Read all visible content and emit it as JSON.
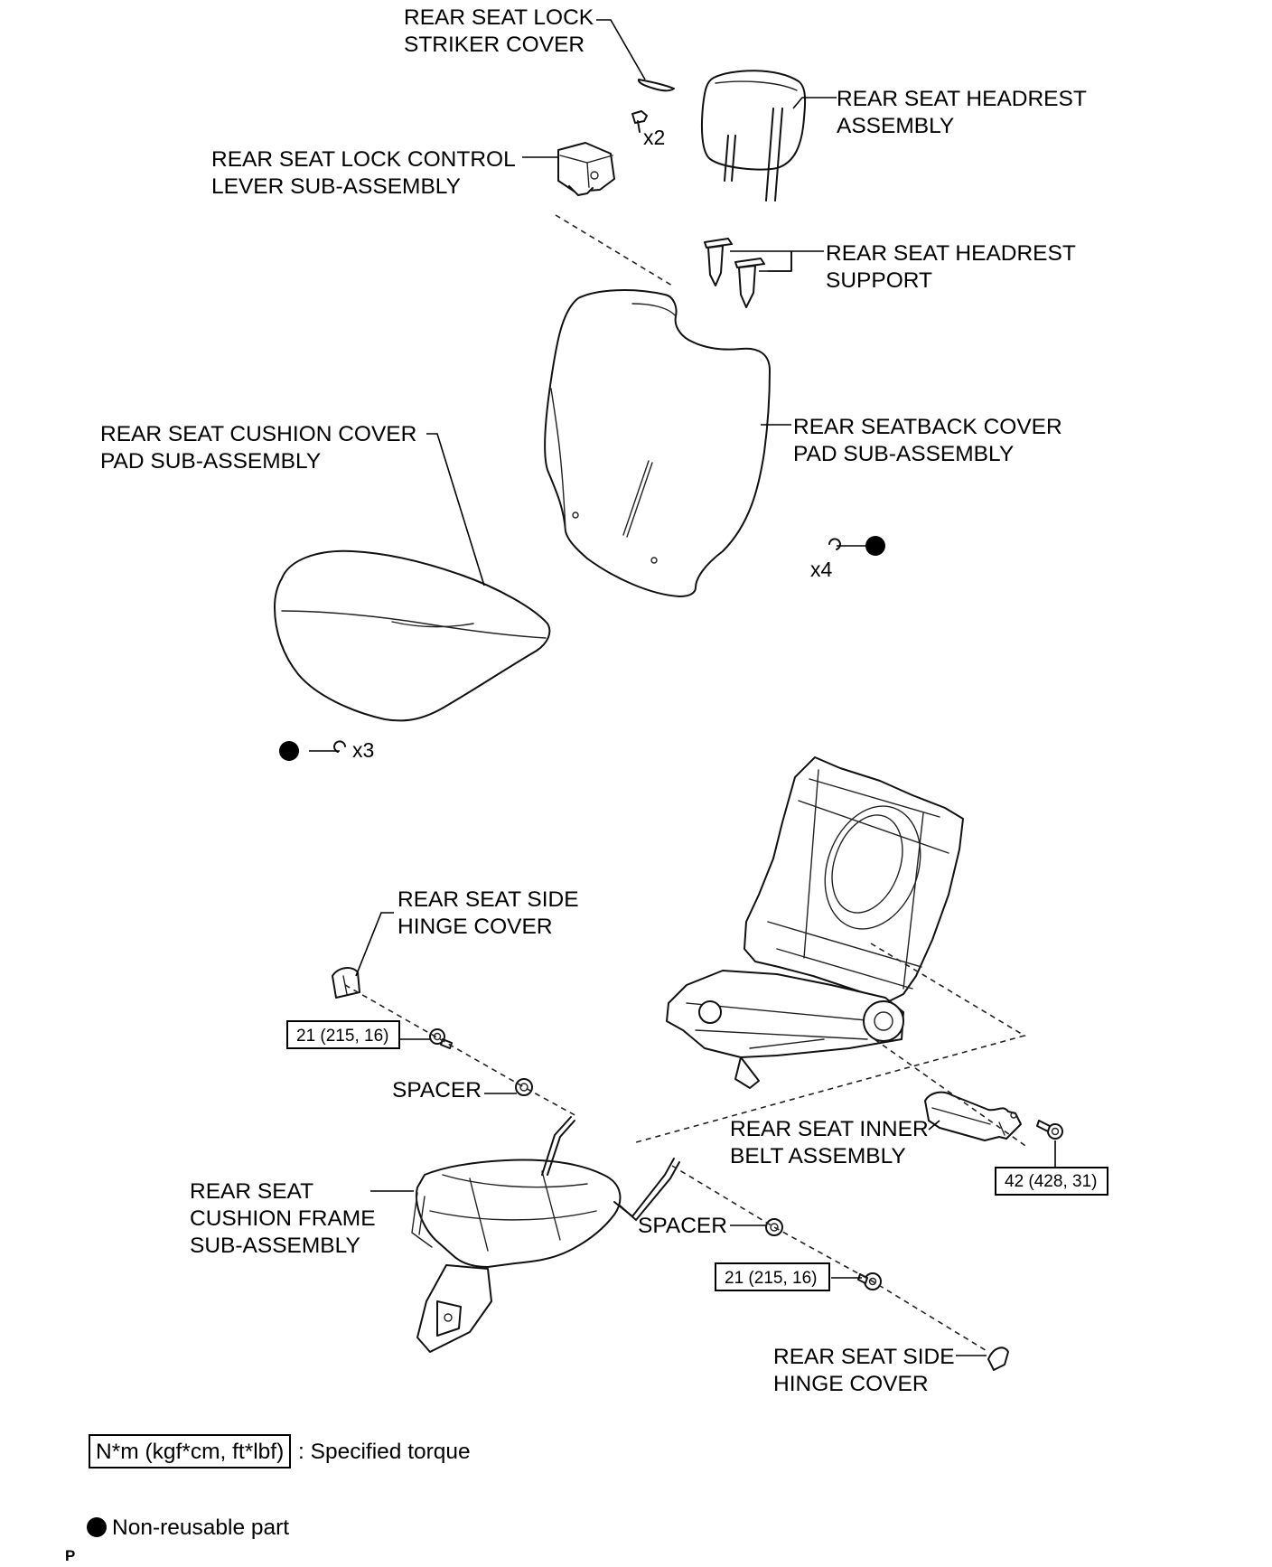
{
  "labels": {
    "lock_striker_cover": [
      "REAR SEAT LOCK",
      "STRIKER COVER"
    ],
    "headrest_assembly": [
      "REAR SEAT HEADREST",
      "ASSEMBLY"
    ],
    "lock_control_lever": [
      "REAR SEAT LOCK CONTROL",
      "LEVER SUB-ASSEMBLY"
    ],
    "headrest_support": [
      "REAR SEAT HEADREST",
      "SUPPORT"
    ],
    "cushion_cover_pad": [
      "REAR SEAT CUSHION COVER",
      "PAD SUB-ASSEMBLY"
    ],
    "seatback_cover_pad": [
      "REAR SEATBACK COVER",
      "PAD SUB-ASSEMBLY"
    ],
    "side_hinge_cover_left": [
      "REAR SEAT SIDE",
      "HINGE COVER"
    ],
    "spacer_left": "SPACER",
    "spacer_right": "SPACER",
    "inner_belt_assembly": [
      "REAR SEAT INNER",
      "BELT ASSEMBLY"
    ],
    "cushion_frame": [
      "REAR SEAT",
      "CUSHION FRAME",
      "SUB-ASSEMBLY"
    ],
    "side_hinge_cover_right": [
      "REAR SEAT SIDE",
      "HINGE COVER"
    ]
  },
  "quantities": {
    "screw_x2": "x2",
    "hog_ring_seatback": "x4",
    "hog_ring_cushion": "x3"
  },
  "torques": {
    "left_hinge_bolt": "21 (215, 16)",
    "right_hinge_bolt": "21 (215, 16)",
    "belt_bolt": "42 (428, 31)"
  },
  "legend": {
    "torque_box": "N*m (kgf*cm, ft*lbf)",
    "torque_text": ": Specified torque",
    "nonreusable_text": "Non-reusable part"
  },
  "page_marker": "P"
}
